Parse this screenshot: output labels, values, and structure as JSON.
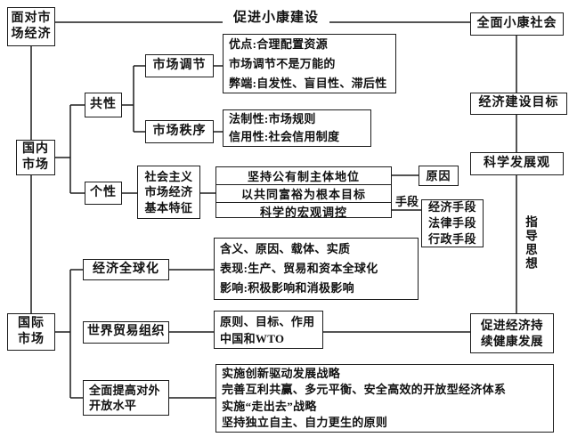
{
  "diagram": {
    "top_link_label": "促进小康建设",
    "means_label": "手段",
    "guiding_thought_label": "指导思想",
    "nodes": {
      "facing_market": "面对市\n场经济",
      "well_off_society": "全面小康社会",
      "common": "共性",
      "market_regulation": "市场调节",
      "regulation_detail": "优点:合理配置资源\n市场调节不是万能的\n弊端:自发性、盲目性、滞后性",
      "market_order": "市场秩序",
      "order_detail": "法制性:市场规则\n信用性:社会信用制度",
      "domestic_market": "国内\n市场",
      "individual": "个性",
      "socialist_features": "社会主义\n市场经济\n基本特征",
      "feature_row_1": "坚持公有制主体地位",
      "feature_row_2": "以共同富裕为根本目标",
      "feature_row_3": "科学的宏观调控",
      "reason": "原因",
      "means_detail": "经济手段\n法律手段\n行政手段",
      "econ_goal": "经济建设目标",
      "scientific_outlook": "科学发展观",
      "promote_econ": "促进经济持\n续健康发展",
      "intl_market": "国际\n市场",
      "globalization": "经济全球化",
      "globalization_detail": "含义、原因、载体、实质\n表现:生产、贸易和资本全球化\n影响:积极影响和消极影响",
      "wto": "世界贸易组织",
      "wto_detail": "原则、目标、作用\n中国和WTO",
      "opening_up": "全面提高对外\n开放水平",
      "opening_detail": "实施创新驱动发展战略\n完善互利共赢、多元平衡、安全高效的开放型经济体系\n实施“走出去”战略\n坚持独立自主、自力更生的原则"
    }
  }
}
